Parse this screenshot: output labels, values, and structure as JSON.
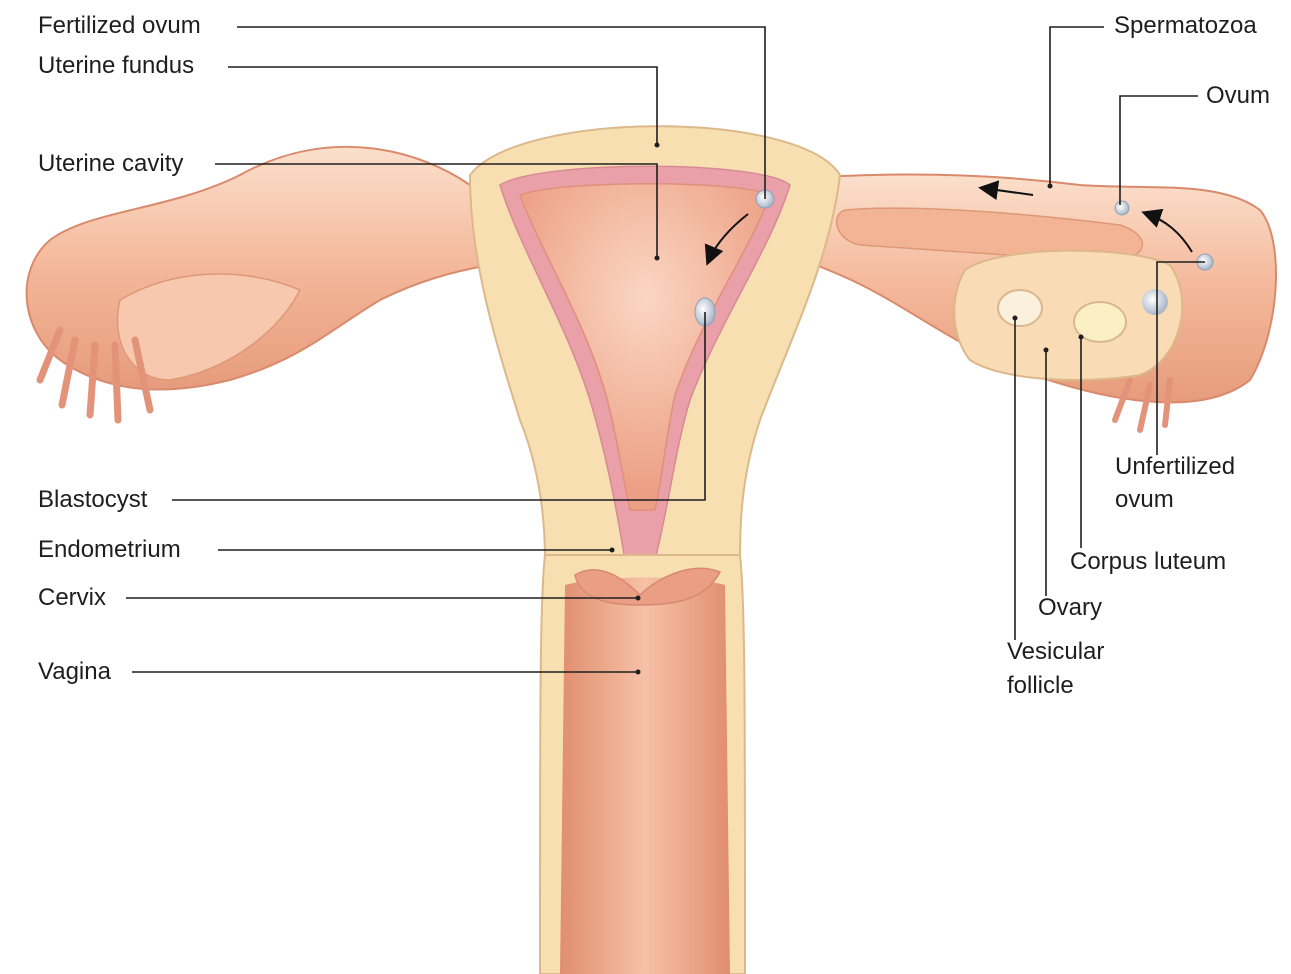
{
  "labels": {
    "fertilized_ovum": "Fertilized ovum",
    "uterine_fundus": "Uterine fundus",
    "uterine_cavity": "Uterine cavity",
    "blastocyst": "Blastocyst",
    "endometrium": "Endometrium",
    "cervix": "Cervix",
    "vagina": "Vagina",
    "spermatozoa": "Spermatozoa",
    "ovum": "Ovum",
    "unfertilized_ovum_line1": "Unfertilized",
    "unfertilized_ovum_line2": "ovum",
    "corpus_luteum": "Corpus luteum",
    "ovary": "Ovary",
    "vesicular_follicle_line1": "Vesicular",
    "vesicular_follicle_line2": "follicle"
  },
  "colors": {
    "tissue_light": "#f6c9ad",
    "tissue_mid": "#efa98a",
    "tissue_dark": "#e08c6c",
    "wall_cream": "#f8dfb2",
    "endometrium_pink": "#e9a0a8",
    "cavity": "#f2b59a",
    "ovary_fill": "#f9dcb5",
    "leader_line": "#1e1e1e"
  }
}
